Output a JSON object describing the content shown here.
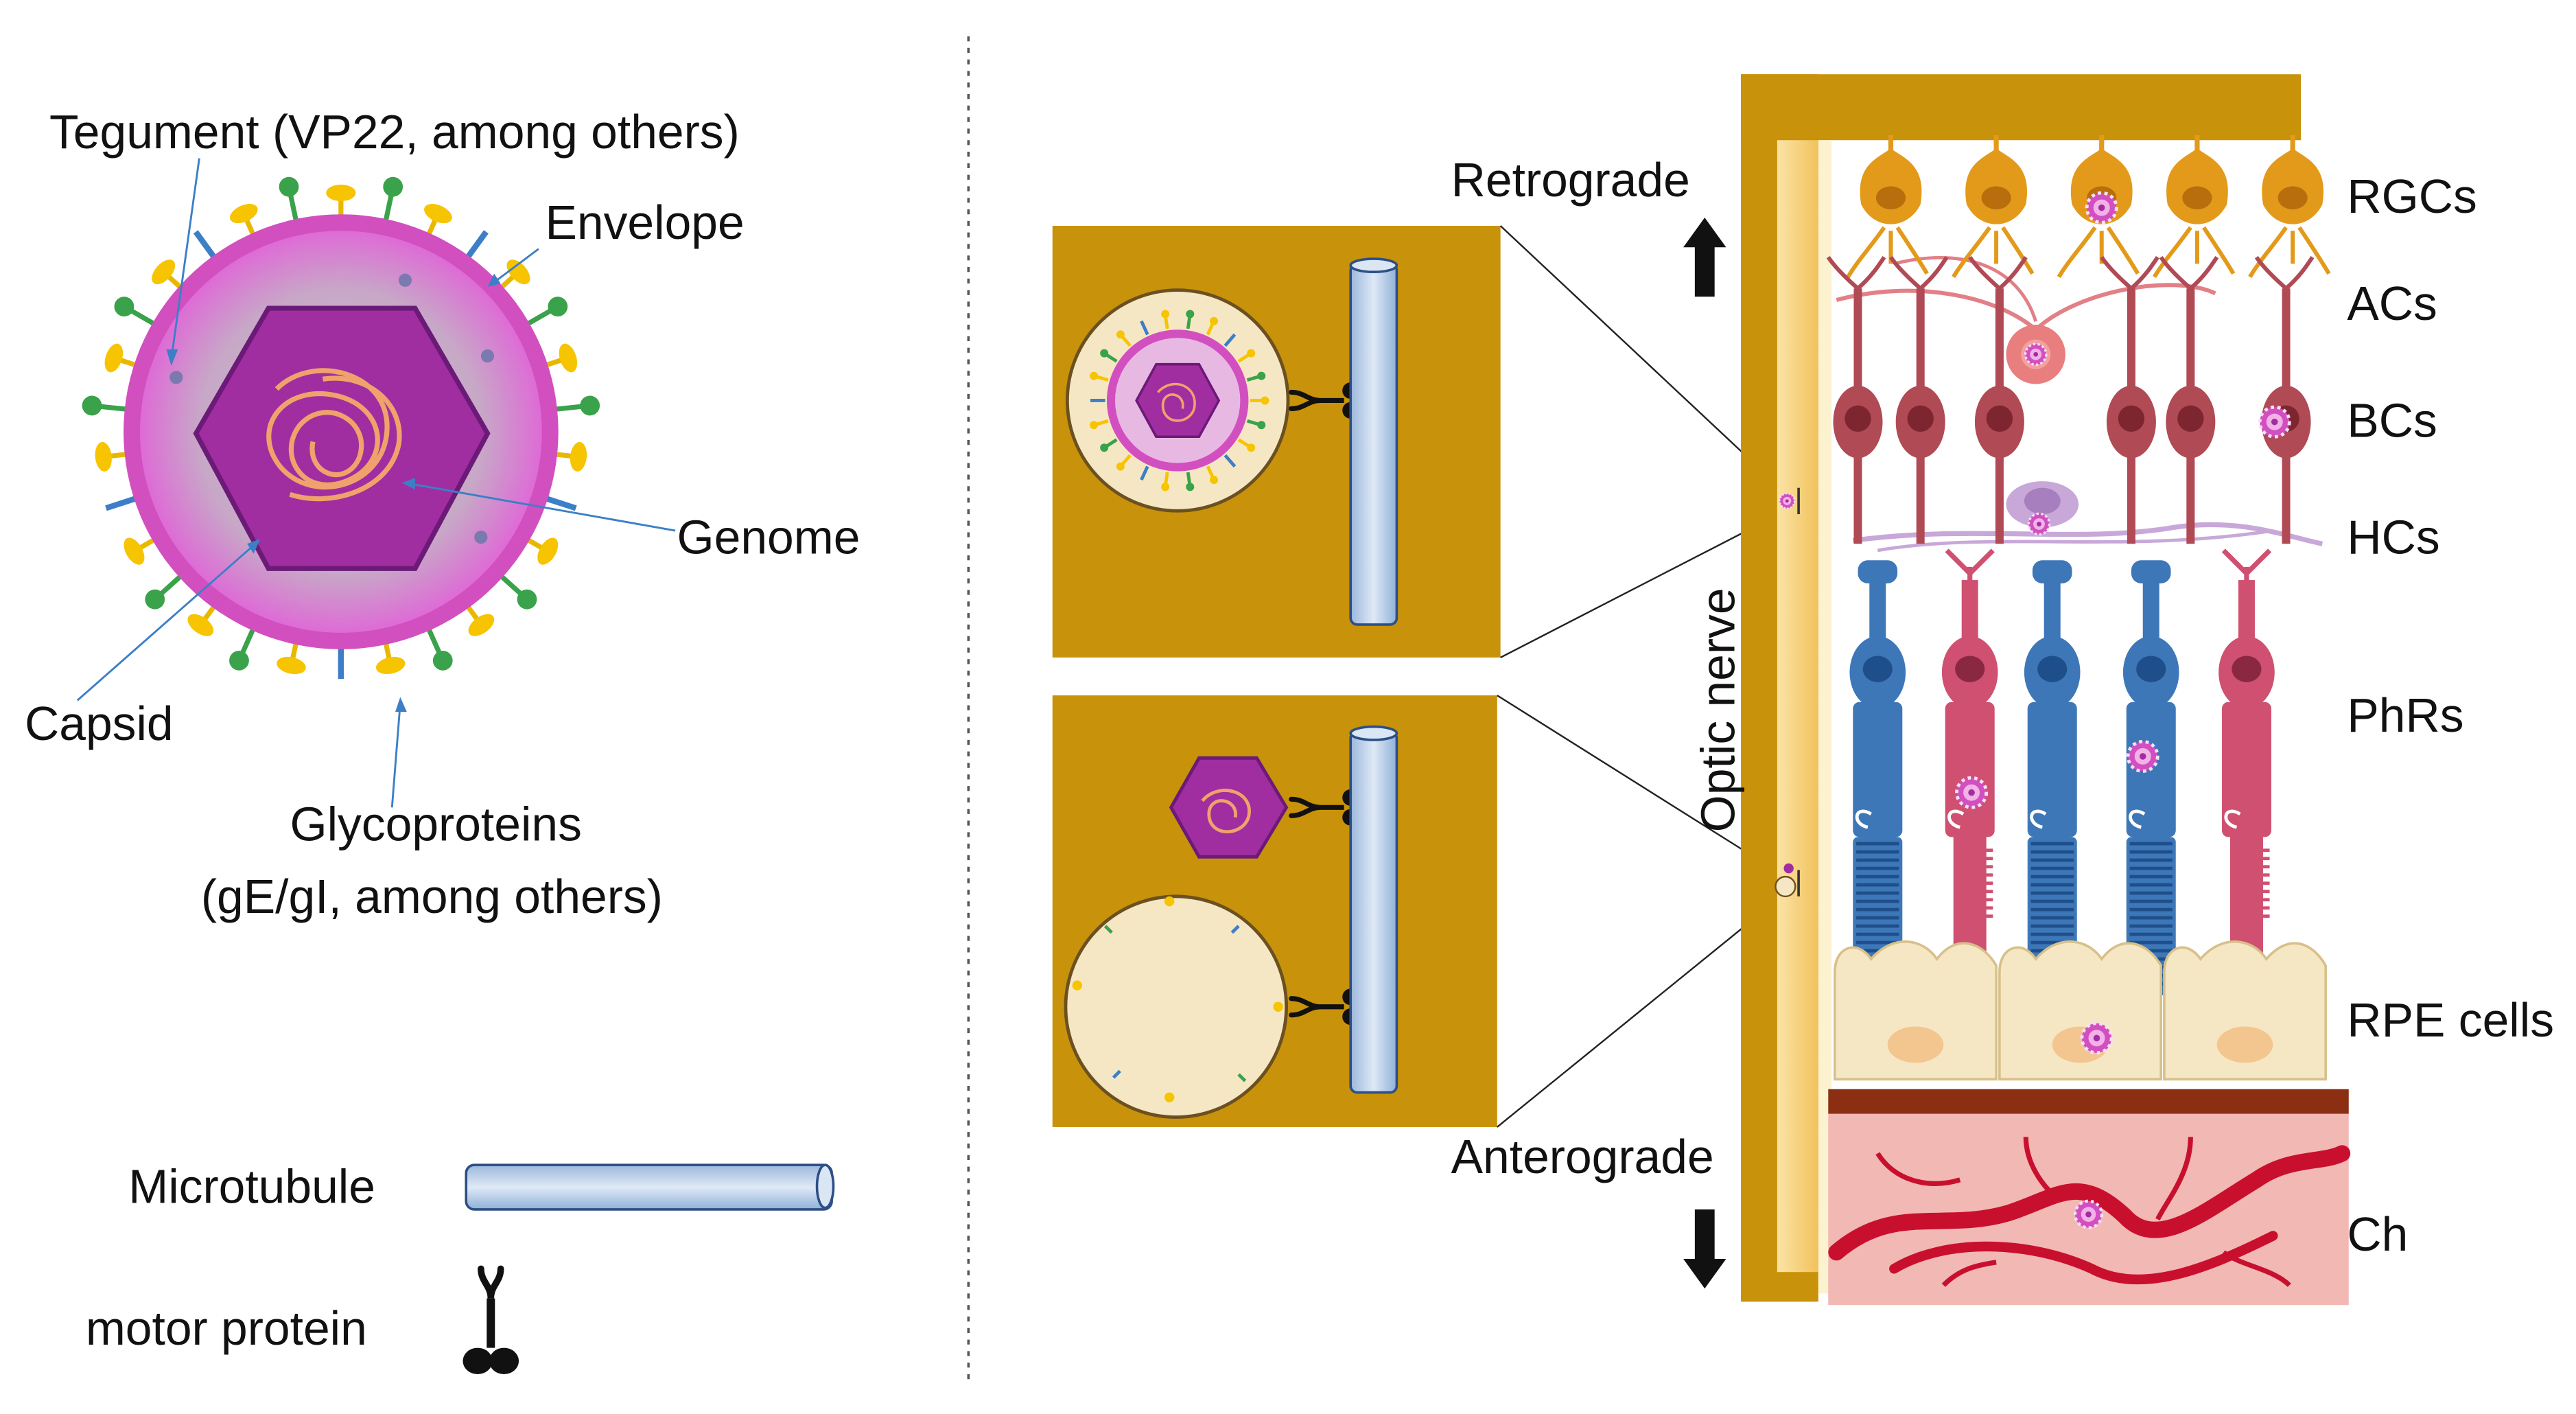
{
  "virion_panel": {
    "labels": {
      "tegument": "Tegument (VP22, among others)",
      "envelope": "Envelope",
      "genome": "Genome",
      "capsid": "Capsid",
      "glycoproteins_line1": "Glycoproteins",
      "glycoproteins_line2": "(gE/gI, among others)"
    }
  },
  "legend": {
    "microtubule": "Microtubule",
    "motor_protein": "motor protein"
  },
  "transport": {
    "retrograde": "Retrograde",
    "anterograde": "Anterograde",
    "optic_nerve": "Optic nerve"
  },
  "retina_layers": [
    "RGCs",
    "ACs",
    "BCs",
    "HCs",
    "PhRs",
    "RPE cells",
    "Ch"
  ],
  "colors": {
    "nerve_gold": "#c8920a",
    "envelope_pink": "#d24fc0",
    "capsid_purple": "#a12ea0",
    "genome_orange": "#f0a26c",
    "microtubule_blue": "#b8cfe8",
    "rgc_orange": "#e39a1a",
    "bipolar_red": "#b04a55",
    "cone_blue": "#3d77b8",
    "rod_pink": "#cf5070",
    "rpe_cream": "#f6e7c4",
    "choroid_red": "#c8102e"
  }
}
